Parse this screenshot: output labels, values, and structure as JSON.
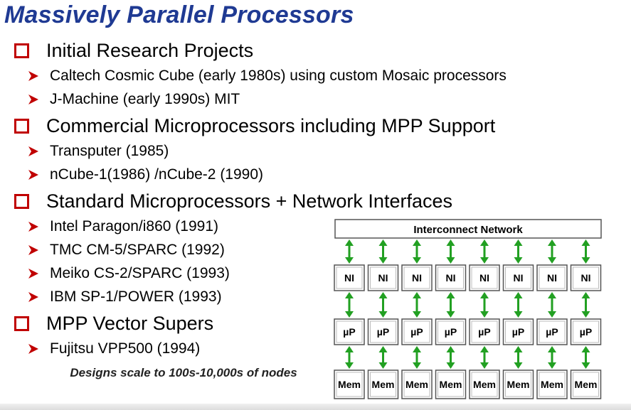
{
  "title": "Massively Parallel Processors",
  "sections": [
    {
      "label": "Initial Research Projects",
      "items": [
        "Caltech Cosmic Cube (early 1980s) using custom Mosaic processors",
        "J-Machine (early 1990s) MIT"
      ]
    },
    {
      "label": "Commercial Microprocessors including MPP Support",
      "items": [
        "Transputer (1985)",
        "nCube-1(1986) /nCube-2 (1990)"
      ]
    },
    {
      "label": "Standard Microprocessors + Network Interfaces",
      "items": [
        "Intel Paragon/i860 (1991)",
        "TMC CM-5/SPARC (1992)",
        "Meiko CS-2/SPARC (1993)",
        "IBM SP-1/POWER (1993)"
      ]
    },
    {
      "label": "MPP Vector Supers",
      "items": [
        "Fujitsu VPP500 (1994)"
      ]
    }
  ],
  "note": "Designs scale to 100s-10,000s of nodes",
  "diagram": {
    "network_label": "Interconnect Network",
    "node_count": 8,
    "ni_label": "NI",
    "up_label": "µP",
    "mem_label": "Mem",
    "arrow_color": "#22a022",
    "box_border": "#555555"
  },
  "colors": {
    "title": "#1f3a93",
    "section_marker": "#c00000",
    "bullet_arrow": "#c00000"
  }
}
